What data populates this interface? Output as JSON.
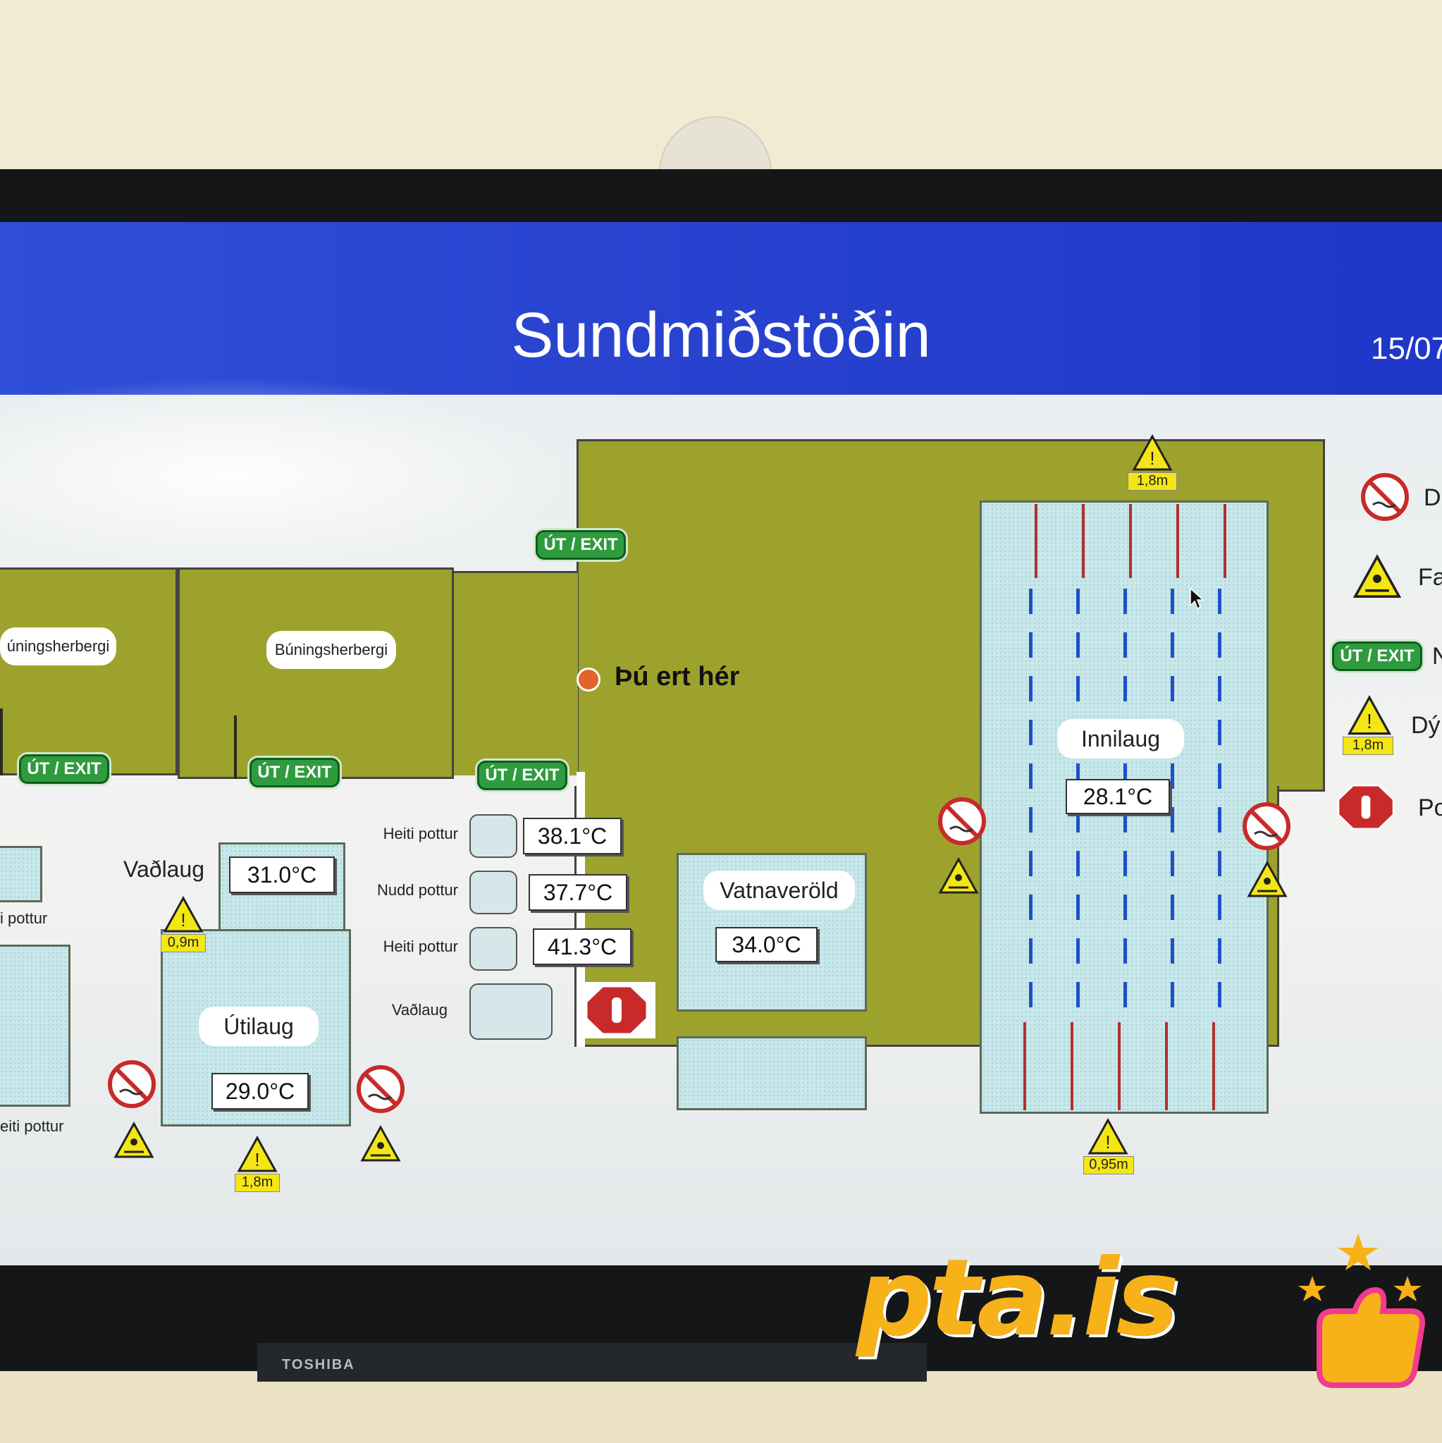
{
  "header": {
    "title": "Sundmiðstöðin",
    "date": "15/07"
  },
  "rooms": {
    "changing_room_1": "úningsherbergi",
    "changing_room_2": "Búningsherbergi",
    "you_are_here": "Þú ert hér"
  },
  "exit_label": "ÚT / EXIT",
  "pools": {
    "wading": {
      "name": "Vaðlaug",
      "temp": "31.0°C",
      "depth": "0,9m"
    },
    "outdoor": {
      "name": "Útilaug",
      "temp": "29.0°C",
      "depth": "1,8m"
    },
    "indoor": {
      "name": "Innilaug",
      "temp": "28.1°C",
      "depth_top": "1,8m",
      "depth_bottom": "0,95m"
    },
    "water_world": {
      "name": "Vatnaveröld",
      "temp": "34.0°C"
    }
  },
  "hot_tubs": [
    {
      "name": "Heiti pottur",
      "temp": "38.1°C"
    },
    {
      "name": "Nudd pottur",
      "temp": "37.7°C"
    },
    {
      "name": "Heiti pottur",
      "temp": "41.3°C"
    },
    {
      "name": "Vaðlaug",
      "temp": ""
    }
  ],
  "left_edge_labels": {
    "upper": "i pottur",
    "lower": "eiti pottur"
  },
  "legend": [
    {
      "icon": "no-diving-icon",
      "text": "D"
    },
    {
      "icon": "slippery-warning-icon",
      "text": "Fa"
    },
    {
      "icon": "exit-sign-icon",
      "text": "N"
    },
    {
      "icon": "depth-warning-icon",
      "text": "Dý",
      "depth": "1,8m"
    },
    {
      "icon": "stop-hand-icon",
      "text": "Po"
    }
  ],
  "tv_brand": "TOSHIBA",
  "watermark": "pta.is",
  "colors": {
    "header_blue": "#2a44d0",
    "floor_olive": "#9da22c",
    "pool_blue": "#c7e7ea",
    "exit_green": "#2f9b3f",
    "stop_red": "#c82a2a",
    "warning_yellow": "#f3e614"
  }
}
